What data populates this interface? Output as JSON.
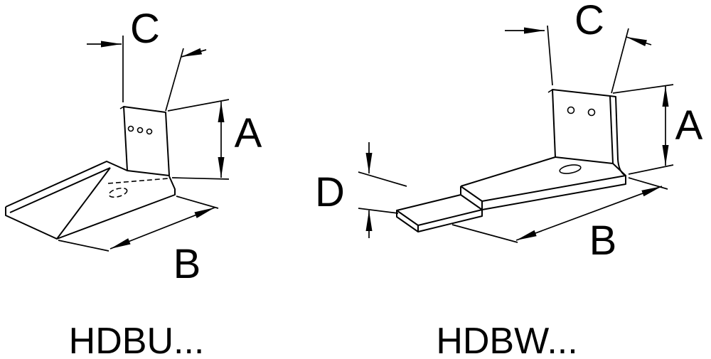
{
  "drawing": {
    "colors": {
      "line": "#000000",
      "background": "#ffffff"
    },
    "figures": [
      {
        "part_label": "HDBU...",
        "dims": {
          "a": "A",
          "b": "B",
          "c": "C"
        }
      },
      {
        "part_label": "HDBW...",
        "dims": {
          "a": "A",
          "b": "B",
          "c": "C",
          "d": "D"
        }
      }
    ]
  }
}
